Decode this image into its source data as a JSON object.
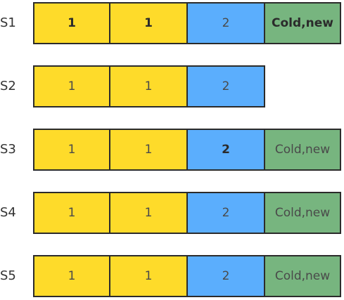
{
  "rows": [
    {
      "label": "S1",
      "cells": [
        "1",
        "1",
        "2",
        "Cold,new"
      ]
    },
    {
      "label": "S2",
      "cells": [
        "1",
        "1",
        "2"
      ]
    },
    {
      "label": "S3",
      "cells": [
        "1",
        "1",
        "2",
        "Cold,new"
      ]
    },
    {
      "label": "S4",
      "cells": [
        "1",
        "1",
        "2",
        "Cold,new"
      ]
    },
    {
      "label": "S5",
      "cells": [
        "1",
        "1",
        "2",
        "Cold,new"
      ]
    }
  ],
  "colors": {
    "yellow": "#fedb2a",
    "blue": "#5baefd",
    "green": "#77b57f",
    "border": "#2b2b2b"
  }
}
